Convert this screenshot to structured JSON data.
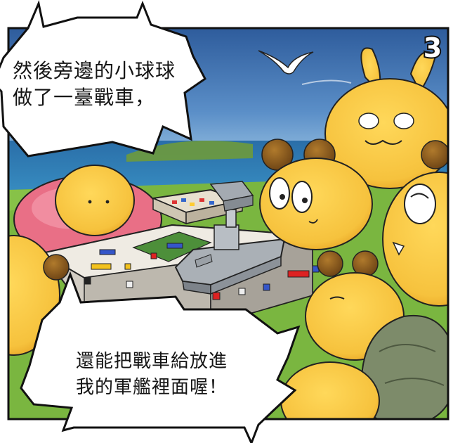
{
  "panel": {
    "number": "3"
  },
  "bubbles": {
    "top": {
      "line1": "然後旁邊的小球球",
      "line2": "做了一臺戰車，"
    },
    "bottom": {
      "line1": "還能把戰車給放進",
      "line2": "我的軍艦裡面喔！"
    }
  },
  "palette": {
    "sky": "#3f6fae",
    "sea": "#2f7fb8",
    "grass": "#79b83f",
    "creature": "#f6c23d",
    "creature_shadow": "#e39a1d",
    "bun": "#8a5a1e",
    "beanbag": "#e96f86",
    "turtle_shell": "#7d8b6a",
    "ship_gray": "#9aa0a6",
    "table": "#e8e4dc"
  },
  "icons": [
    "seagull-icon"
  ]
}
